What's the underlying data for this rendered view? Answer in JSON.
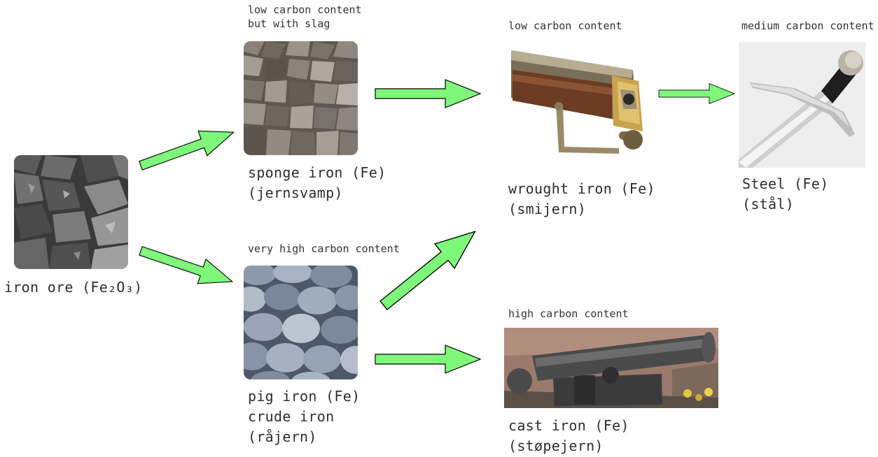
{
  "nodes": {
    "iron_ore": {
      "caption": "iron ore (Fe₂O₃)"
    },
    "sponge_iron": {
      "note": "low carbon content\nbut with slag",
      "caption": "sponge iron (Fe)\n(jernsvamp)"
    },
    "pig_iron": {
      "note": "very high carbon content",
      "caption": "pig iron (Fe)\ncrude iron\n(råjern)"
    },
    "wrought_iron": {
      "note": "low carbon content",
      "caption": "wrought iron (Fe)\n(smijern)"
    },
    "steel": {
      "note": "medium carbon content",
      "caption": "Steel (Fe)\n(stål)"
    },
    "cast_iron": {
      "note": "high carbon content",
      "caption": "cast iron (Fe)\n(støpejern)"
    }
  },
  "colors": {
    "arrow_fill": "#7ef77a",
    "arrow_stroke": "#000000",
    "text": "#2e2e2e"
  }
}
